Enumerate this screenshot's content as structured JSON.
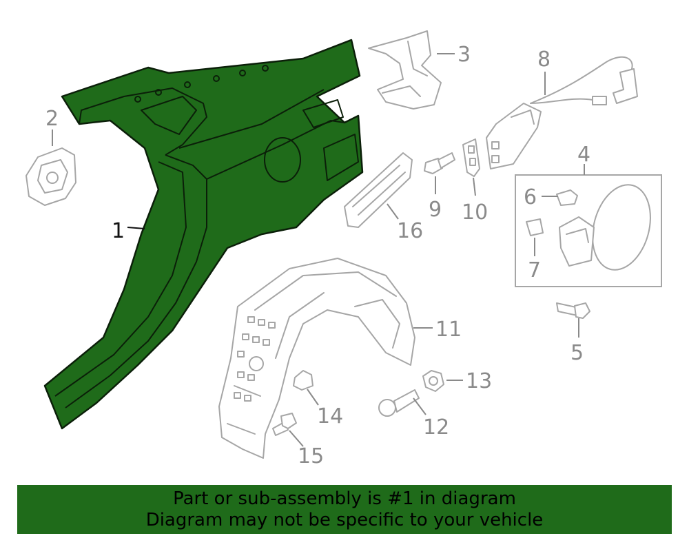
{
  "diagram": {
    "callouts": [
      {
        "id": "1",
        "label": "1",
        "highlighted": true
      },
      {
        "id": "2",
        "label": "2"
      },
      {
        "id": "3",
        "label": "3"
      },
      {
        "id": "4",
        "label": "4"
      },
      {
        "id": "5",
        "label": "5"
      },
      {
        "id": "6",
        "label": "6"
      },
      {
        "id": "7",
        "label": "7"
      },
      {
        "id": "8",
        "label": "8"
      },
      {
        "id": "9",
        "label": "9"
      },
      {
        "id": "10",
        "label": "10"
      },
      {
        "id": "11",
        "label": "11"
      },
      {
        "id": "12",
        "label": "12"
      },
      {
        "id": "13",
        "label": "13"
      },
      {
        "id": "14",
        "label": "14"
      },
      {
        "id": "15",
        "label": "15"
      },
      {
        "id": "16",
        "label": "16"
      }
    ]
  },
  "banner": {
    "line1": "Part or sub-assembly is #1 in diagram",
    "line2": "Diagram may not be specific to your vehicle"
  },
  "colors": {
    "highlight": "#1f6b1a",
    "part_outline": "#a6a6a6",
    "callout_text": "#8a8a8a",
    "active_callout_text": "#111111"
  }
}
